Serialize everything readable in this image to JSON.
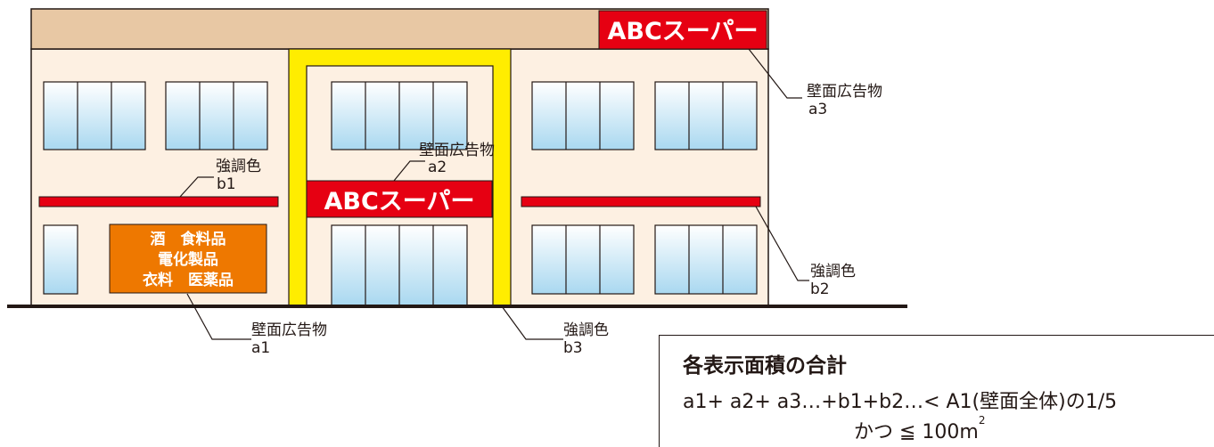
{
  "sign_top": "ABCスーパー",
  "sign_center": "ABCスーパー",
  "orange_sign": {
    "line1": "酒　食料品",
    "line2": "電化製品",
    "line3": "衣料　医薬品"
  },
  "labels": {
    "a1": {
      "name": "壁面広告物",
      "code": "a1"
    },
    "a2": {
      "name": "壁面広告物",
      "code": "a2"
    },
    "a3": {
      "name": "壁面広告物",
      "code": "a3"
    },
    "b1": {
      "name": "強調色",
      "code": "b1"
    },
    "b2": {
      "name": "強調色",
      "code": "b2"
    },
    "b3": {
      "name": "強調色",
      "code": "b3"
    }
  },
  "summary": {
    "title": "各表示面積の合計",
    "formula": "a1+ a2+ a3…+b1+b2…< A1(壁面全体)の1/5",
    "condition_prefix": "かつ ≦ 100m",
    "condition_sup": "2"
  },
  "colors": {
    "facade": "#fdf0e2",
    "roof_band": "#e8c8a4",
    "accent_yellow": "#ffed00",
    "sign_red": "#e60012",
    "sign_orange": "#ee7800",
    "outline": "#231815"
  }
}
